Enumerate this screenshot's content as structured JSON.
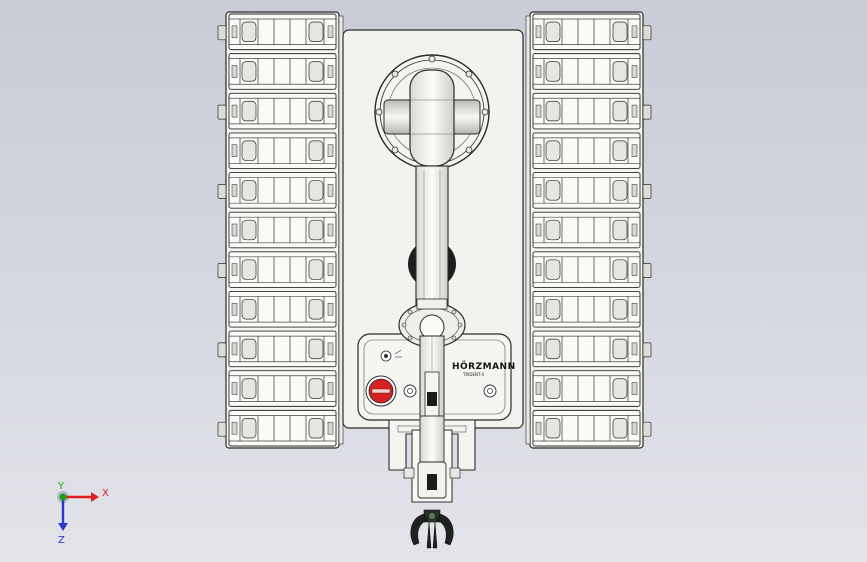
{
  "model": {
    "brand_label": "HÖRZMANN",
    "brand_sub": "TRIDENT-4",
    "track_segments_per_side": 11,
    "colors": {
      "body": "#f2f2ef",
      "outline": "#2b2b2b",
      "estop_red": "#d42222",
      "dark_hub": "#1e1e1e"
    }
  },
  "triad": {
    "x_label": "X",
    "y_label": "Y",
    "z_label": "Z",
    "x_color": "#e02020",
    "y_color": "#18a018",
    "z_color": "#2a3ad0"
  }
}
